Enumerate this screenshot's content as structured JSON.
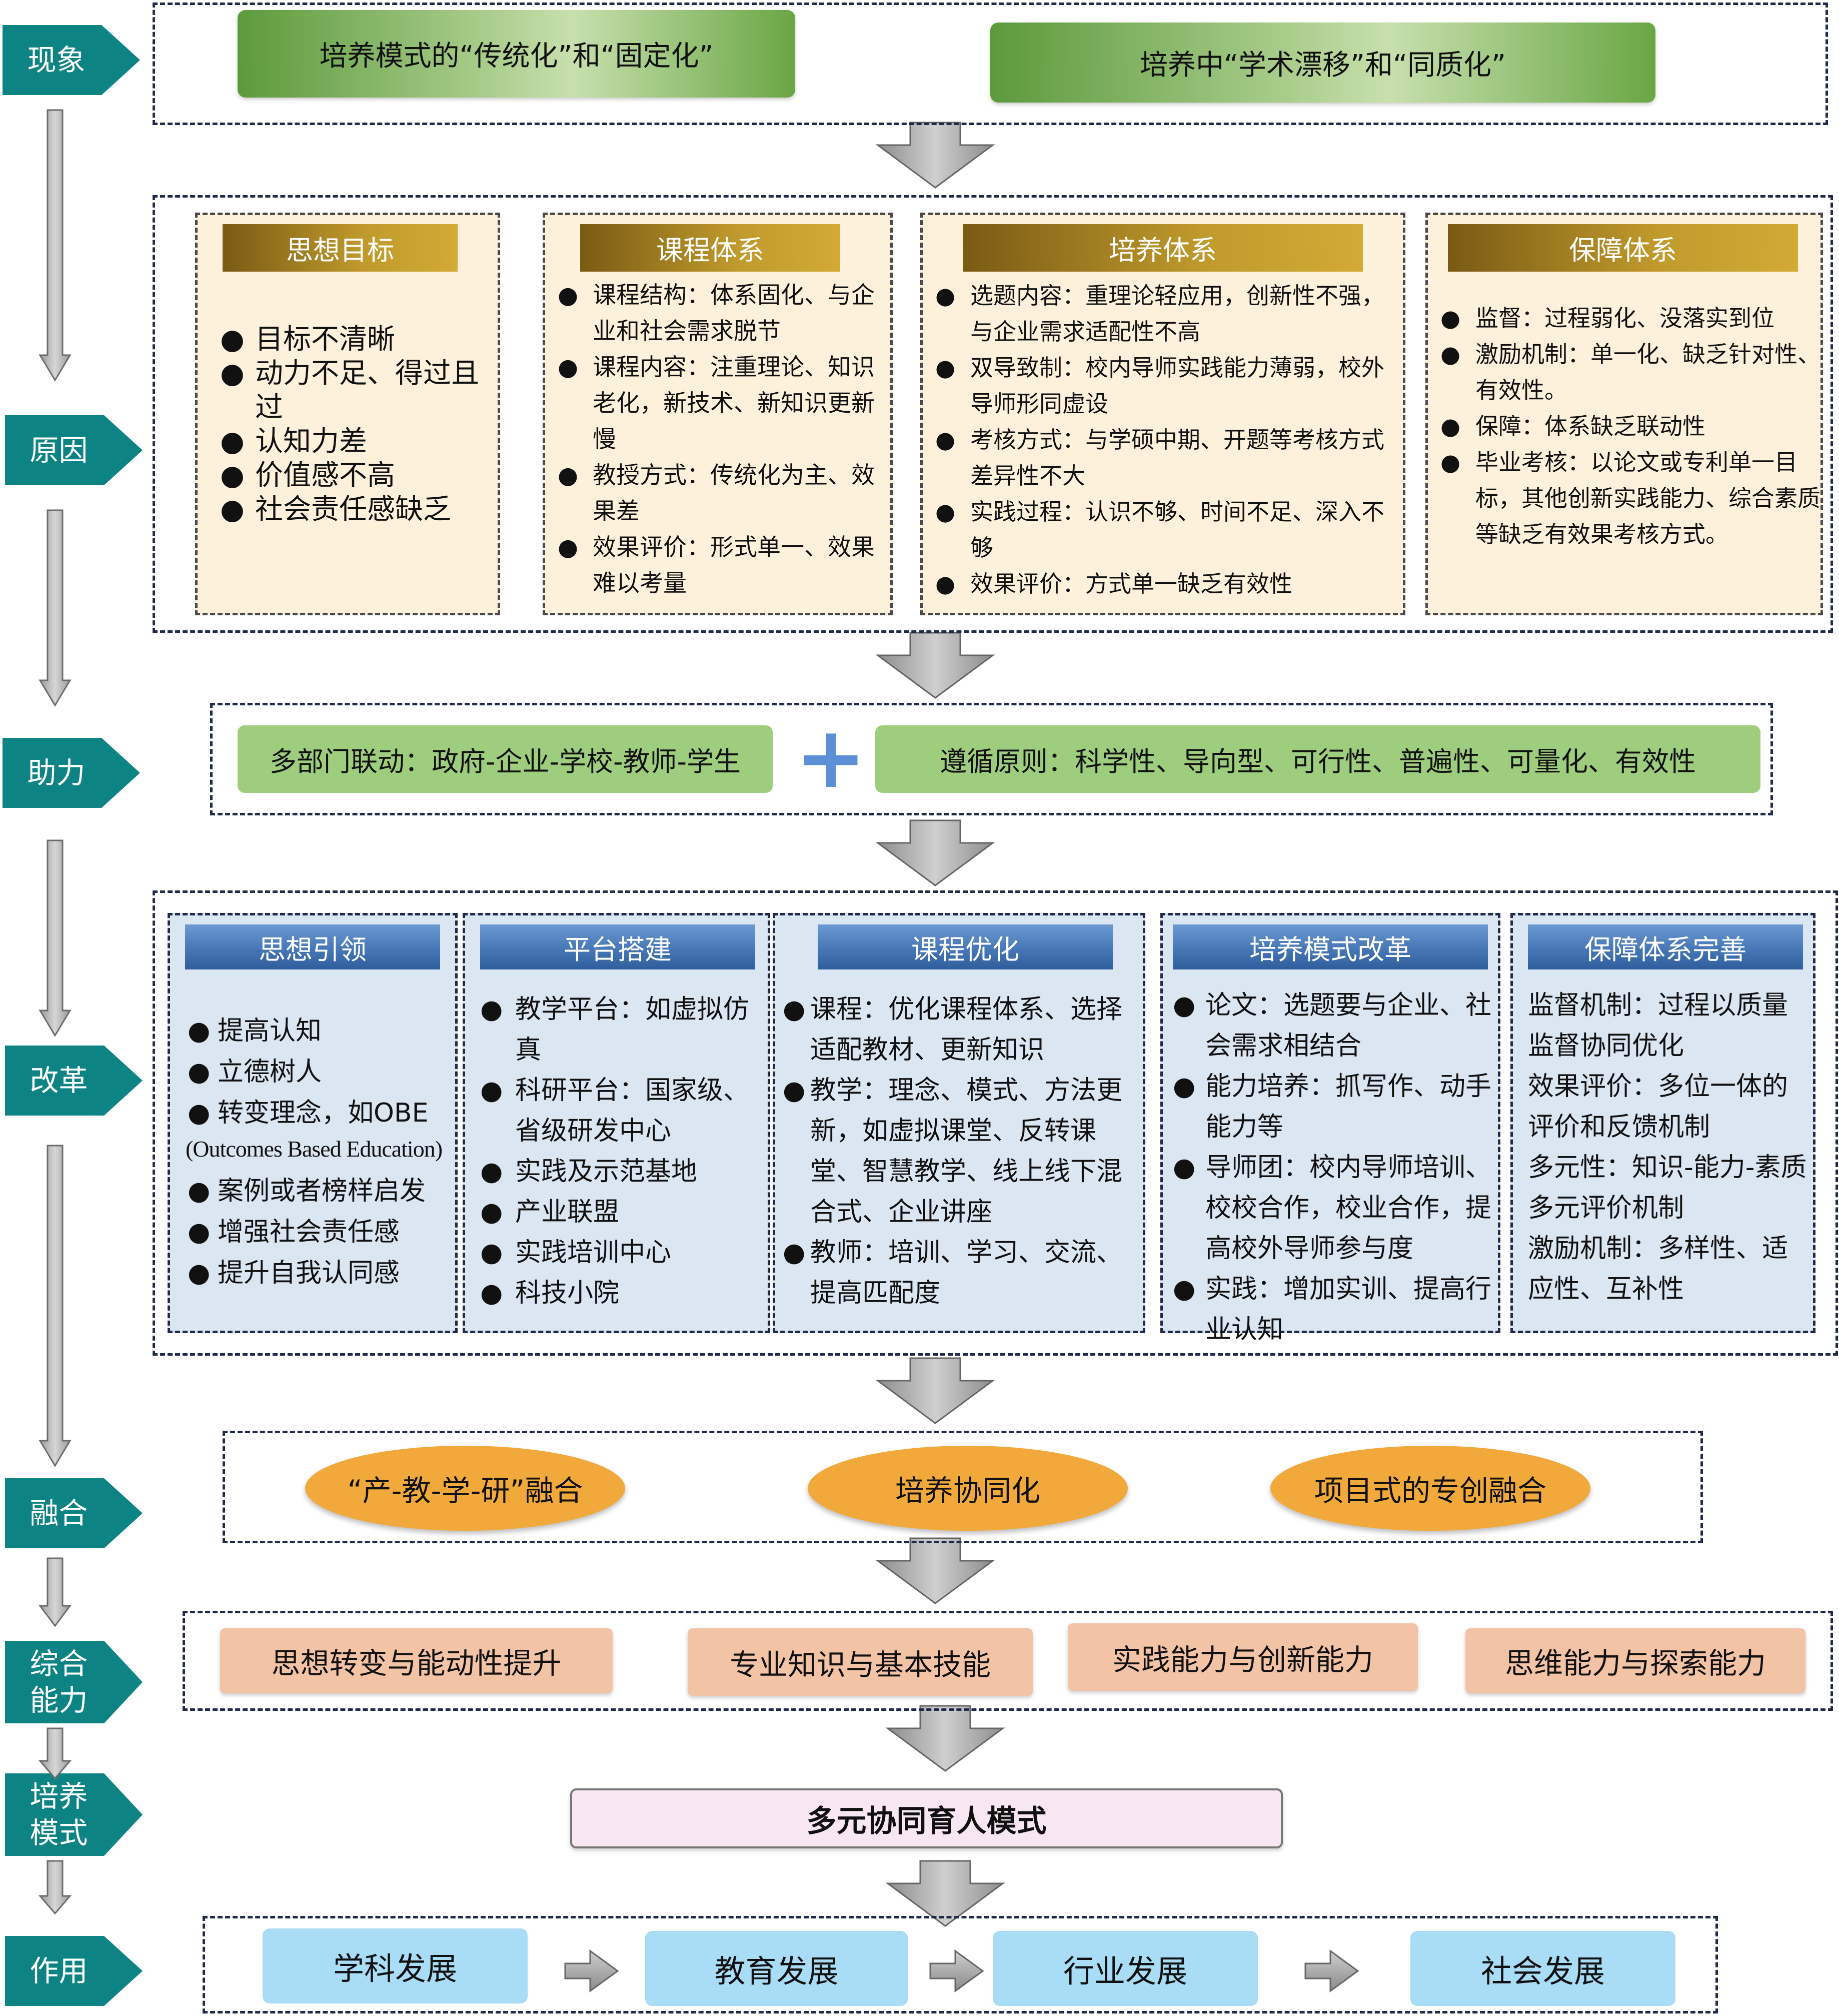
{
  "stages": [
    "现象",
    "原因",
    "助力",
    "改革",
    "融合",
    "综合\n能力",
    "培养\n模式",
    "作用"
  ],
  "phenomenon": {
    "left": "培养模式的“传统化”和“固定化”",
    "right": "培养中“学术漂移”和“同质化”"
  },
  "causes": [
    {
      "title": "思想目标",
      "items": [
        "目标不清晰",
        "动力不足、得过且过",
        "认知力差",
        "价值感不高",
        "社会责任感缺乏"
      ]
    },
    {
      "title": "课程体系",
      "items": [
        "课程结构：体系固化、与企业和社会需求脱节",
        "课程内容：注重理论、知识老化，新技术、新知识更新慢",
        "教授方式：传统化为主、效果差",
        "效果评价：形式单一、效果难以考量"
      ]
    },
    {
      "title": "培养体系",
      "items": [
        "选题内容：重理论轻应用，创新性不强，与企业需求适配性不高",
        "双导致制：校内导师实践能力薄弱，校外导师形同虚设",
        "考核方式：与学硕中期、开题等考核方式差异性不大",
        "实践过程：认识不够、时间不足、深入不够",
        "效果评价：方式单一缺乏有效性"
      ]
    },
    {
      "title": "保障体系",
      "items": [
        "监督：过程弱化、没落实到位",
        "激励机制：单一化、缺乏针对性、有效性。",
        "保障：体系缺乏联动性",
        "毕业考核：以论文或专利单一目标，其他创新实践能力、综合素质等缺乏有效果考核方式。"
      ]
    }
  ],
  "support": {
    "left": "多部门联动：政府-企业-学校-教师-学生",
    "plus": "+",
    "right": "遵循原则：科学性、导向型、可行性、普遍性、可量化、有效性"
  },
  "reforms": [
    {
      "title": "思想引领",
      "items": [
        "提高认知",
        "立德树人",
        "转变理念，如OBE",
        "案例或者榜样启发",
        "增强社会责任感",
        "提升自我认同感"
      ],
      "note": "(Outcomes Based Education)"
    },
    {
      "title": "平台搭建",
      "items": [
        "教学平台：如虚拟仿真",
        "科研平台：国家级、省级研发中心",
        "实践及示范基地",
        "产业联盟",
        "实践培训中心",
        "科技小院"
      ]
    },
    {
      "title": "课程优化",
      "items": [
        "课程：优化课程体系、选择适配教材、更新知识",
        "教学：理念、模式、方法更新，如虚拟课堂、反转课堂、智慧教学、线上线下混合式、企业讲座",
        "教师：培训、学习、交流、提高匹配度"
      ]
    },
    {
      "title": "培养模式改革",
      "items": [
        "论文：选题要与企业、社会需求相结合",
        "能力培养：抓写作、动手能力等",
        "导师团：校内导师培训、校校合作，校业合作，提高校外导师参与度",
        "实践：增加实训、提高行业认知"
      ]
    },
    {
      "title": "保障体系完善",
      "items": [
        "监督机制：过程以质量监督协同优化",
        "效果评价：多位一体的评价和反馈机制",
        "多元性：知识-能力-素质多元评价机制",
        "激励机制：多样性、适应性、互补性"
      ]
    }
  ],
  "fusion": [
    "“产-教-学-研”融合",
    "培养协同化",
    "项目式的专创融合"
  ],
  "abilities": [
    "思想转变与能动性提升",
    "专业知识与基本技能",
    "实践能力与创新能力",
    "思维能力与探索能力"
  ],
  "mode": "多元协同育人模式",
  "effects": [
    "学科发展",
    "教育发展",
    "行业发展",
    "社会发展"
  ],
  "colors": {
    "teal": "#0e8383",
    "gold": "#c09a2c",
    "blue": "#4a7ab9",
    "orange": "#f2a93b",
    "peach": "#f3c3a6",
    "lightblue": "#a9dcf5",
    "green": "#9fcd7e",
    "pink": "#f9e6f3"
  }
}
